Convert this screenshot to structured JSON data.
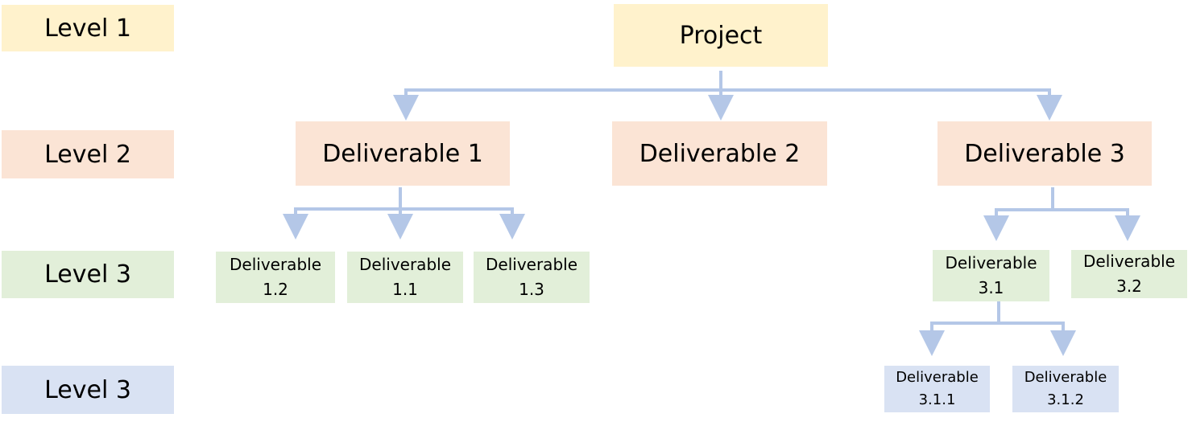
{
  "levels": [
    {
      "label": "Level 1",
      "color": "#fff2cc"
    },
    {
      "label": "Level 2",
      "color": "#fbe4d5"
    },
    {
      "label": "Level 3",
      "color": "#e2efd9"
    },
    {
      "label": "Level 3",
      "color": "#d9e2f3"
    }
  ],
  "nodes": {
    "project": "Project",
    "d1": "Deliverable 1",
    "d2": "Deliverable 2",
    "d3": "Deliverable 3",
    "d1_2": [
      "Deliverable",
      "1.2"
    ],
    "d1_1": [
      "Deliverable",
      "1.1"
    ],
    "d1_3": [
      "Deliverable",
      "1.3"
    ],
    "d3_1": [
      "Deliverable",
      "3.1"
    ],
    "d3_2": [
      "Deliverable",
      "3.2"
    ],
    "d3_1_1": [
      "Deliverable",
      "3.1.1"
    ],
    "d3_1_2": [
      "Deliverable",
      "3.1.2"
    ]
  },
  "connector_color": "#b4c7e7"
}
